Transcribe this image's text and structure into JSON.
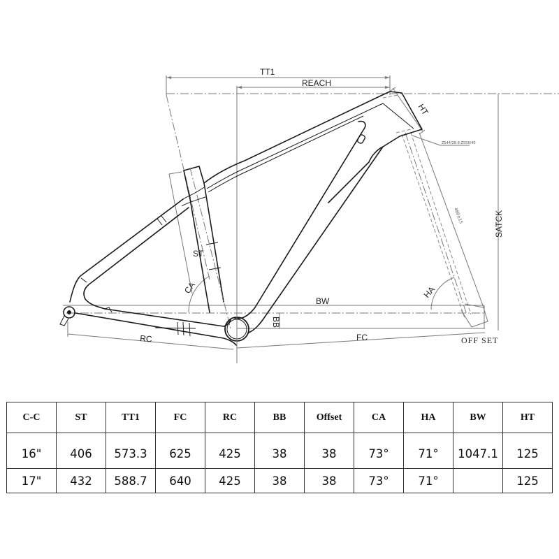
{
  "diagram": {
    "title": "Bike frame geometry drawing",
    "labels": {
      "tt1": "TT1",
      "reach": "REACH",
      "ht": "HT",
      "stack": "SATCK",
      "st": "ST",
      "ca": "CA",
      "ha": "HA",
      "bw": "BW",
      "bb": "BB",
      "rc": "RC",
      "fc": "FC",
      "offset": "OFF  SET"
    }
  },
  "table": {
    "headers": [
      "C-C",
      "ST",
      "TT1",
      "FC",
      "RC",
      "BB",
      "Offset",
      "CA",
      "HA",
      "BW",
      "HT"
    ],
    "rows": [
      [
        "16\"",
        "406",
        "573.3",
        "625",
        "425",
        "38",
        "38",
        "73°",
        "71°",
        "1047.1",
        "125"
      ],
      [
        "17\"",
        "432",
        "588.7",
        "640",
        "425",
        "38",
        "38",
        "73°",
        "71°",
        "",
        "125"
      ]
    ]
  }
}
